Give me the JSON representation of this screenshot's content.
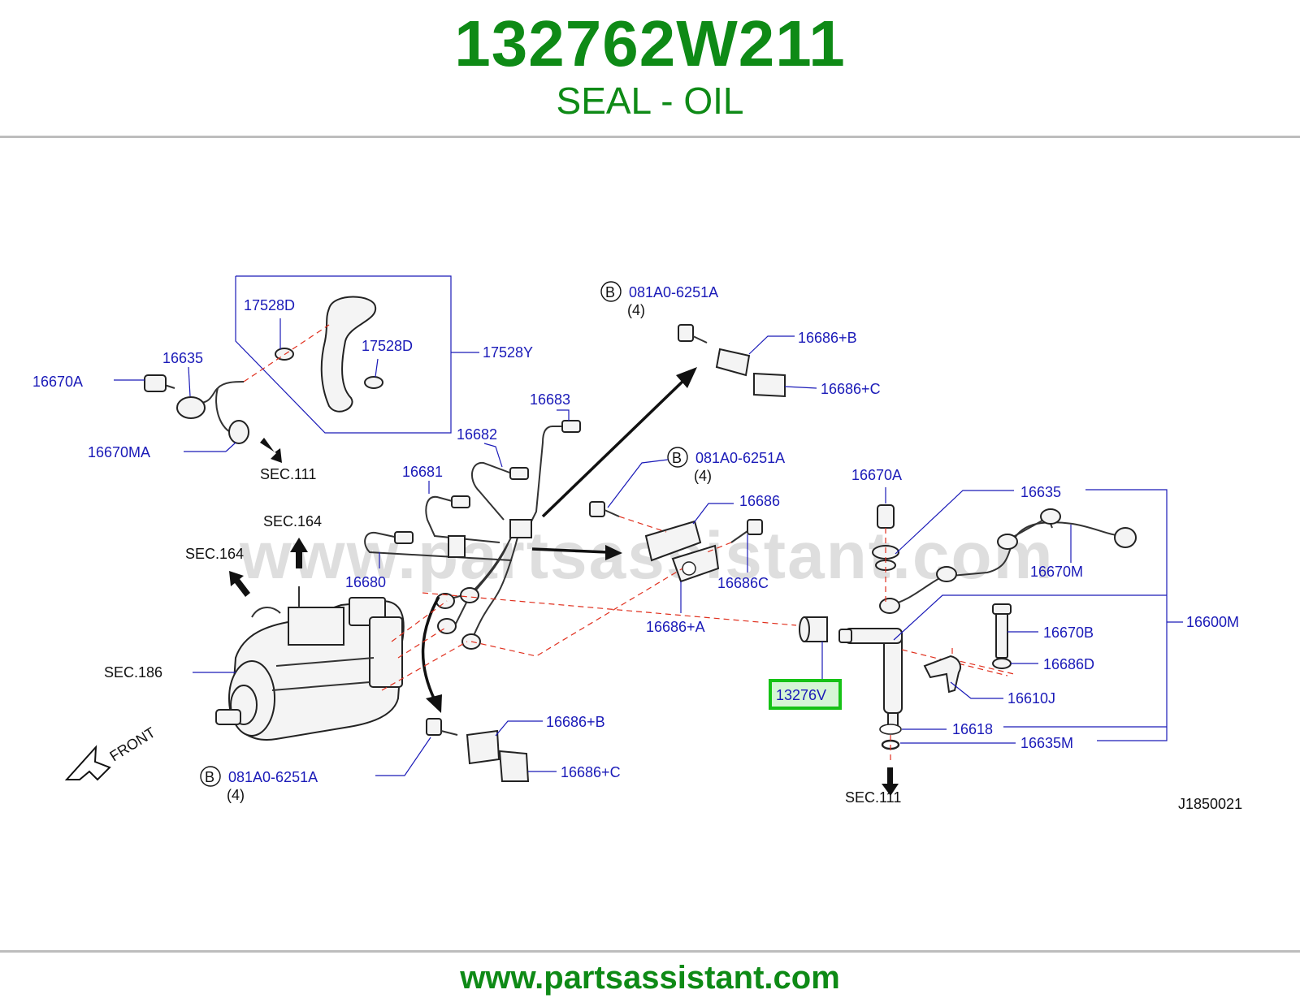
{
  "header": {
    "part_number": "132762W211",
    "part_name": "SEAL - OIL"
  },
  "footer": {
    "url": "www.partsassistant.com"
  },
  "watermark": "www.partsassistant.com",
  "colors": {
    "brand_green": "#0e8a16",
    "label_blue": "#1a1ab8",
    "highlight_green": "#16c216",
    "dash_red": "#e0301e"
  },
  "diagram": {
    "highlighted_label": "13276V",
    "labels": {
      "l_17528D_a": "17528D",
      "l_17528D_b": "17528D",
      "l_17528Y": "17528Y",
      "l_16635_a": "16635",
      "l_16670A_a": "16670A",
      "l_16670MA": "16670MA",
      "l_16683": "16683",
      "l_16682": "16682",
      "l_16681": "16681",
      "l_16680": "16680",
      "l_081A0_a": "081A0-6251A",
      "l_081A0_b": "081A0-6251A",
      "l_081A0_c": "081A0-6251A",
      "l_16686B_a": "16686+B",
      "l_16686C_a": "16686+C",
      "l_16686": "16686",
      "l_16686C": "16686C",
      "l_16686A": "16686+A",
      "l_16670A_b": "16670A",
      "l_16635_b": "16635",
      "l_16670M": "16670M",
      "l_16600M": "16600M",
      "l_16670B": "16670B",
      "l_16686D": "16686D",
      "l_16610J": "16610J",
      "l_16618": "16618",
      "l_16635M": "16635M",
      "l_16686B_b": "16686+B",
      "l_16686C_b": "16686+C"
    },
    "black_labels": {
      "sec111_a": "SEC.111",
      "sec164_a": "SEC.164",
      "sec164_b": "SEC.164",
      "sec186": "SEC.186",
      "sec111_b": "SEC.111",
      "qty_a": "(4)",
      "qty_b": "(4)",
      "qty_c": "(4)",
      "front": "FRONT",
      "diagram_id": "J1850021"
    },
    "badge_letter": "B"
  }
}
